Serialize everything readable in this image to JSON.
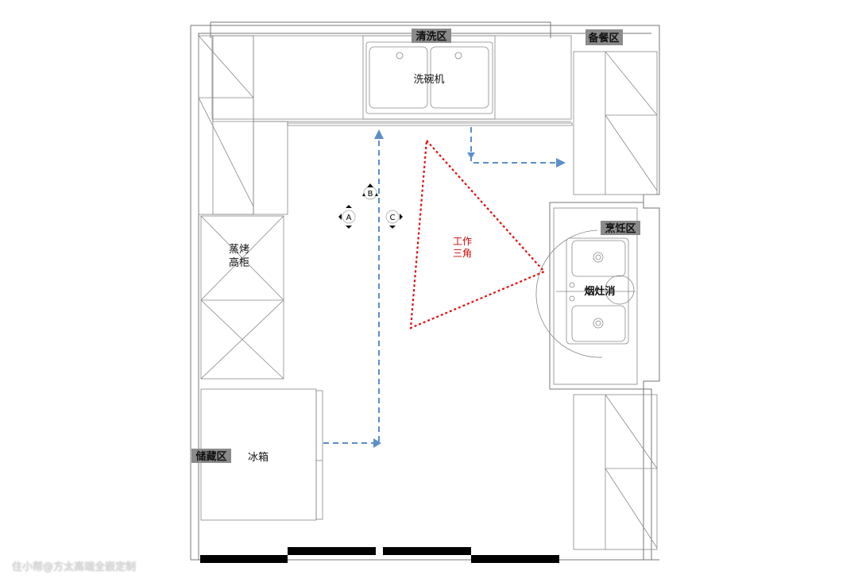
{
  "zones": {
    "wash": "清洗区",
    "prep": "备餐区",
    "cook": "烹饪区",
    "storage": "储藏区"
  },
  "appliances": {
    "dishwasher": "洗碗机",
    "steam_oven_line1": "蒸烤",
    "steam_oven_line2": "高柜",
    "fridge": "冰箱",
    "stove": "烟灶消"
  },
  "work_triangle": {
    "line1": "工作",
    "line2": "三角"
  },
  "markers": {
    "a": "A",
    "b": "B",
    "c": "C"
  },
  "watermark": "住小帮@方太高端全嵌定制",
  "colors": {
    "flow": "#5b8fc9",
    "triangle": "#e01010",
    "tag": "#8a8a8a"
  }
}
